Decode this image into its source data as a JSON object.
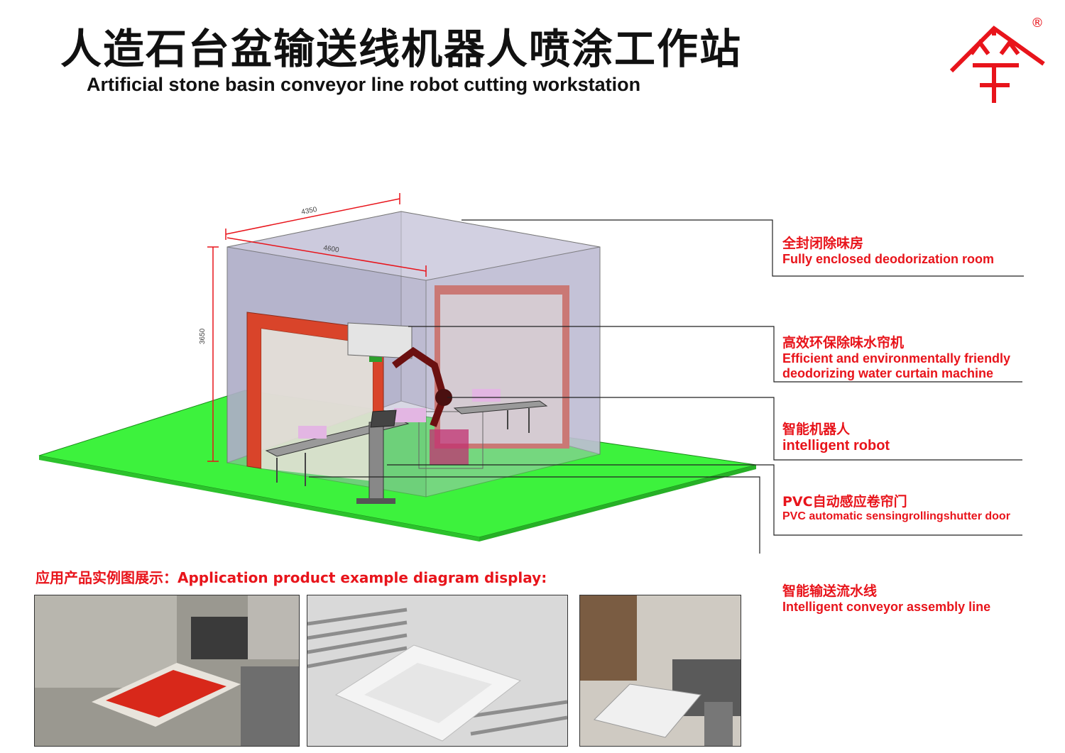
{
  "header": {
    "title_cn": "人造石台盆输送线机器人喷涂工作站",
    "title_en": "Artificial stone basin conveyor line robot cutting workstation"
  },
  "logo": {
    "icon": "roof-emblem-logo",
    "registered": "®",
    "color": "#e8141b"
  },
  "dimensions": {
    "width_top": "4350",
    "width_front": "4600",
    "height": "3650"
  },
  "callouts": [
    {
      "cn": "全封闭除味房",
      "en": [
        "Fully enclosed deodorization room"
      ]
    },
    {
      "cn": "高效环保除味水帘机",
      "en": [
        "Efficient and environmentally friendly",
        "deodorizing water curtain machine"
      ]
    },
    {
      "cn": "智能机器人",
      "en": [
        "intelligent robot"
      ]
    },
    {
      "cn": "PVC自动感应卷帘门",
      "en": [
        "PVC automatic sensingrollingshutter door"
      ]
    },
    {
      "cn": "智能输送流水线",
      "en": [
        "Intelligent conveyor assembly line"
      ]
    }
  ],
  "application": {
    "heading": "应用产品实例图展示：Application product example diagram display:",
    "photos": [
      "photo-red-basin-spraying",
      "photo-white-basin-roller-conveyor",
      "photo-white-basin-booth"
    ]
  },
  "colors": {
    "accent": "#e8141b",
    "floor": "#3df23d",
    "frame": "#d9442a",
    "room": "#b9b7cf"
  }
}
